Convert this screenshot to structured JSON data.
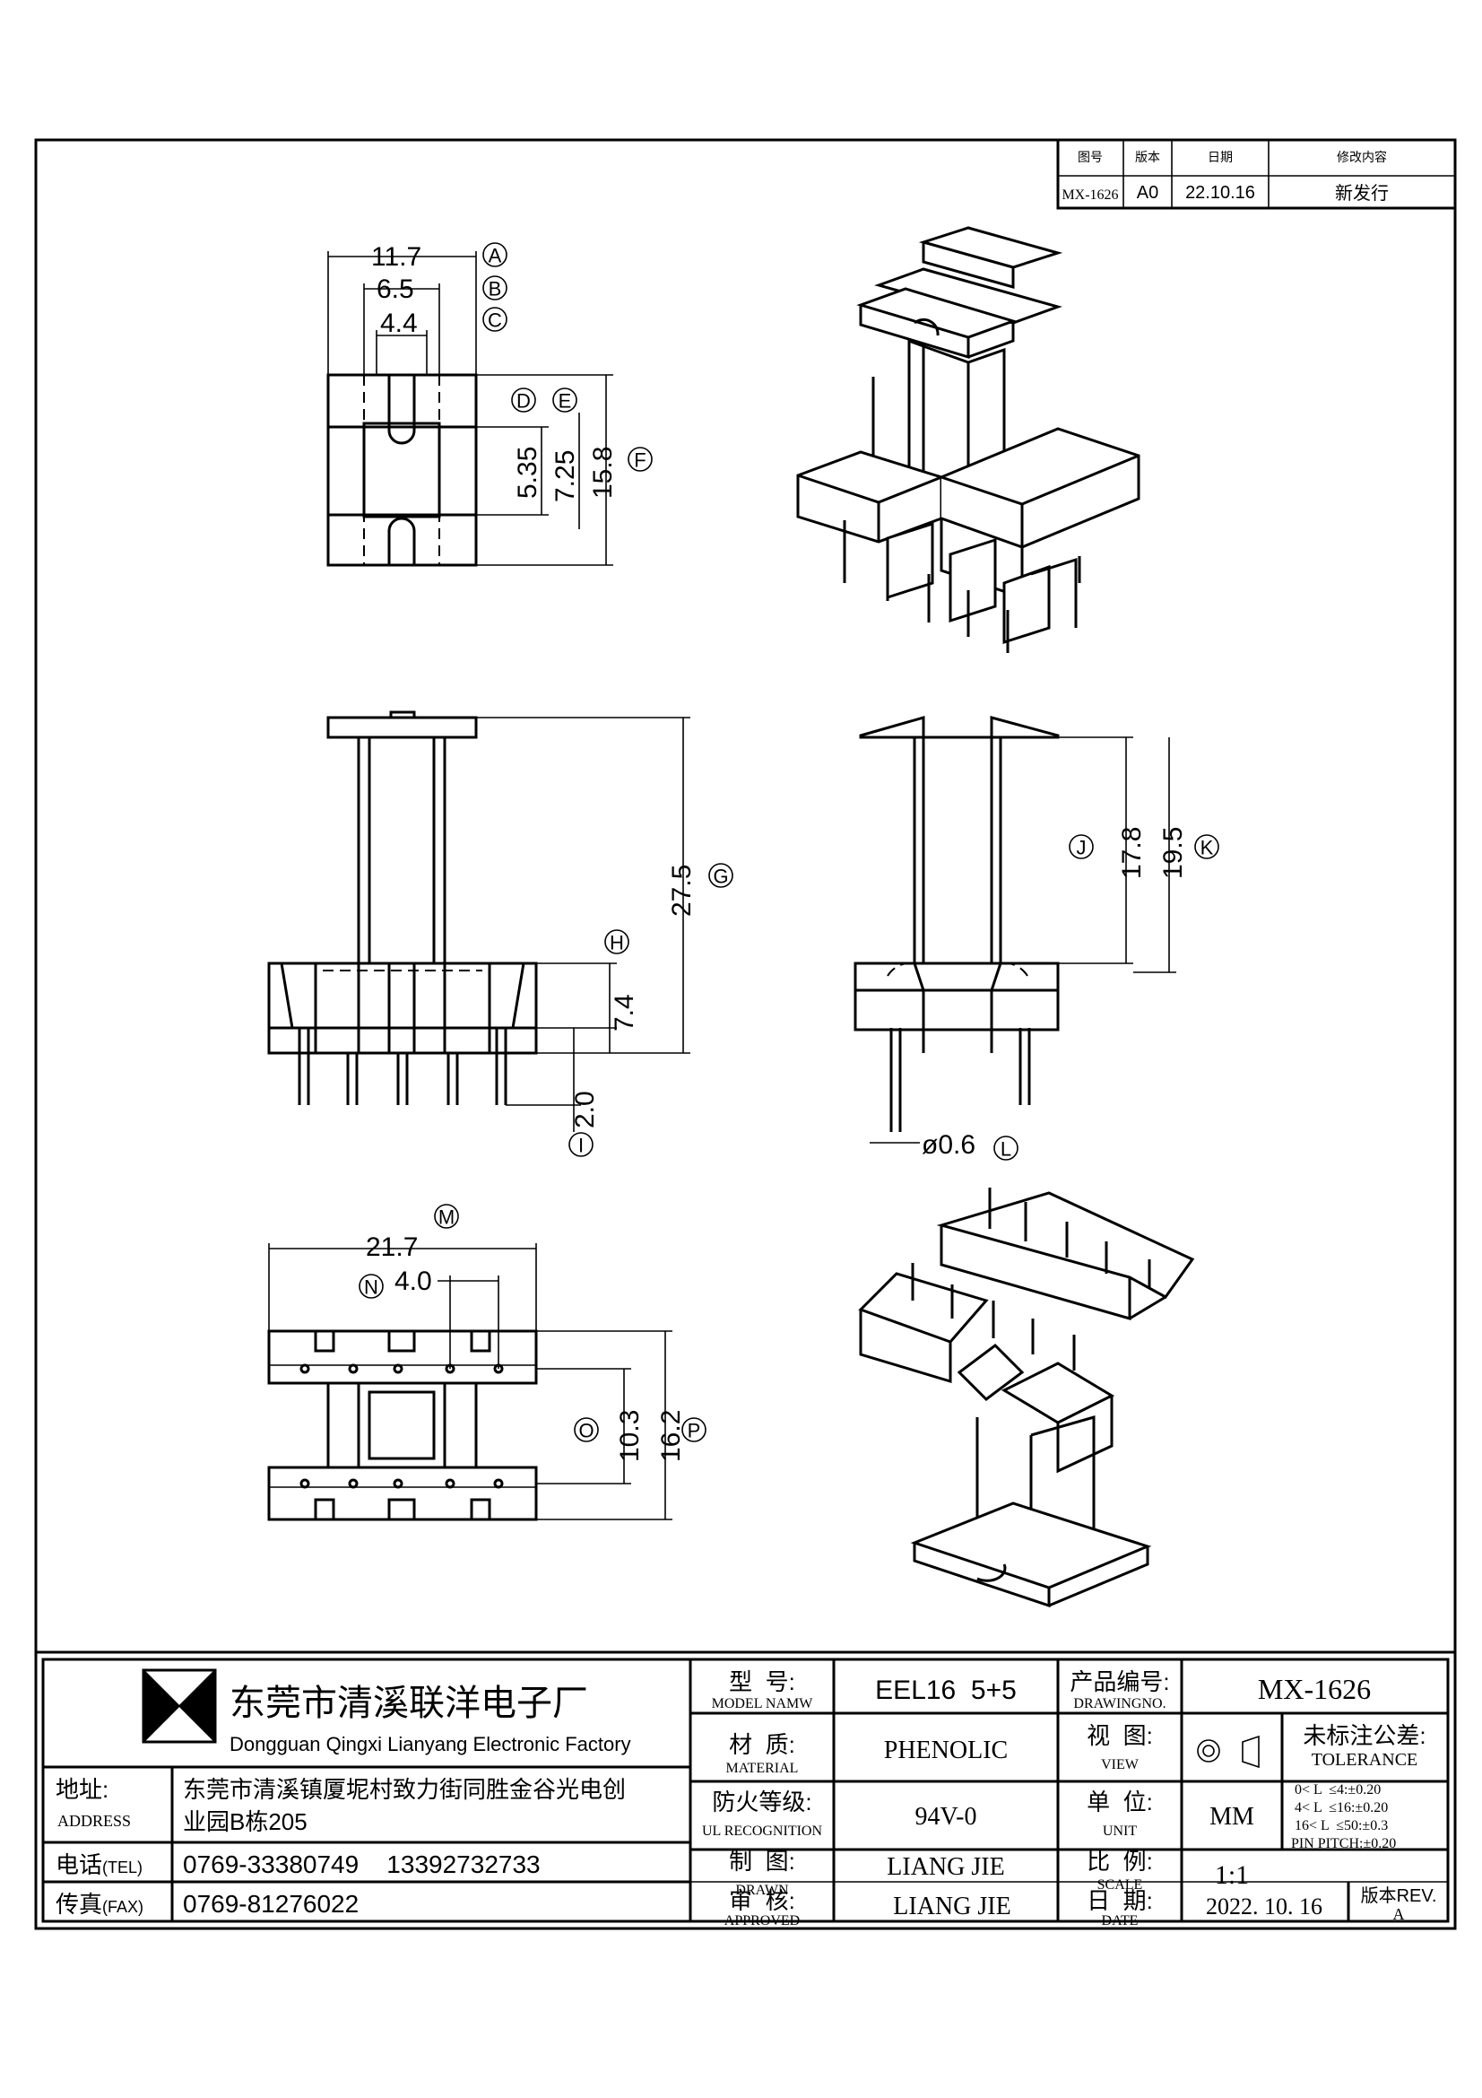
{
  "revision_table": {
    "headers": [
      "图号",
      "版本",
      "日期",
      "修改内容"
    ],
    "row": [
      "MX-1626",
      "A0",
      "22.10.16",
      "新发行"
    ]
  },
  "views": {
    "top": {
      "dims": [
        "11.7",
        "6.5",
        "4.4",
        "5.35",
        "7.25",
        "15.8"
      ],
      "labels": [
        "A",
        "B",
        "C",
        "D",
        "E",
        "F"
      ]
    },
    "front": {
      "dims": [
        "27.5",
        "7.4",
        "2.0"
      ],
      "labels": [
        "G",
        "H",
        "I"
      ]
    },
    "side": {
      "dims": [
        "17.8",
        "19.5",
        "ø0.6"
      ],
      "labels": [
        "J",
        "K",
        "L"
      ]
    },
    "bottom": {
      "dims": [
        "21.7",
        "4.0",
        "10.3",
        "16.2"
      ],
      "labels": [
        "M",
        "N",
        "O",
        "P"
      ]
    }
  },
  "title_block": {
    "company_cn": "东莞市清溪联洋电子厂",
    "company_en": "Dongguan Qingxi Lianyang Electronic Factory",
    "address_label": "地址:",
    "address_label_en": "ADDRESS",
    "address": [
      "东莞市清溪镇厦坭村致力街同胜金谷光电创",
      "业园B栋205"
    ],
    "tel_label": "电话",
    "tel_label_en": "(TEL)",
    "tel": "0769-33380749    13392732733",
    "fax_label": "传真",
    "fax_label_en": "(FAX)",
    "fax": "0769-81276022",
    "model_label": "型  号:",
    "model_label_en": "MODEL NAMW",
    "model": "EEL16  5+5",
    "drawing_no_label": "产品编号:",
    "drawing_no_label_en": "DRAWINGNO.",
    "drawing_no": "MX-1626",
    "material_label": "材  质:",
    "material_label_en": "MATERIAL",
    "material": "PHENOLIC",
    "view_label": "视  图:",
    "view_label_en": "VIEW",
    "tolerance_label": "未标注公差:",
    "tolerance_label_en": "TOLERANCE",
    "tolerance_lines": [
      "0< L  ≤4:±0.20",
      "4< L  ≤16:±0.20",
      "16< L  ≤50:±0.3",
      "PIN PITCH:±0.20"
    ],
    "fire_label": "防火等级:",
    "fire_label_en": "UL RECOGNITION",
    "fire": "94V-0",
    "unit_label": "单  位:",
    "unit_label_en": "UNIT",
    "unit": "MM",
    "drawn_label": "制  图:",
    "drawn_label_en": "DRAWN",
    "drawn": "LIANG JIE",
    "scale_label": "比  例:",
    "scale_label_en": "SCALE",
    "scale": "1:1",
    "approved_label": "审  核:",
    "approved_label_en": "APPROVED",
    "approved": "LIANG JIE",
    "date_label": "日  期:",
    "date_label_en": "DATE",
    "date": "2022. 10. 16",
    "rev_label": "版本REV.",
    "rev": "A"
  }
}
